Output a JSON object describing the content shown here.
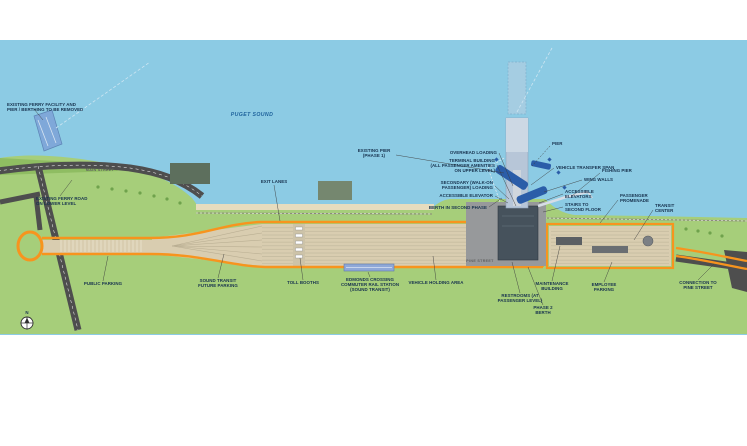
{
  "colors": {
    "water": "#8CCBE4",
    "land": "#A6CE7A",
    "road": "#4E4E4E",
    "access_road_orange": "#F7941E",
    "lot_tan": "#D9CDB0",
    "pier_blue": "#B7C6D8",
    "vessel_blue": "#2B5DA8",
    "label_ink": "#17324E"
  },
  "labels": {
    "removed_facility": [
      "EXISTING FERRY FACILITY AND",
      "PIER / BERTHING TO BE REMOVED"
    ],
    "water_name": [
      "PUGET SOUND"
    ],
    "existing_pier": [
      "EXISTING PIER",
      "(PHASE 1)"
    ],
    "pier": [
      "PIER"
    ],
    "overhead_loading": [
      "OVERHEAD LOADING"
    ],
    "terminal_building": [
      "TERMINAL BUILDING",
      "(ALL PASSENGER AMENITIES",
      "ON UPPER LEVEL)"
    ],
    "secondary_loading": [
      "SECONDARY (WALK-ON",
      "PASSENGER) LOADING"
    ],
    "accessible_elevator_west": [
      "ACCESSIBLE ELEVATOR"
    ],
    "second_phase_berth_note": [
      "BERTH IN SECOND PHASE"
    ],
    "vehicle_transfer_span": [
      "VEHICLE TRANSFER SPAN"
    ],
    "wing_walls": [
      "WING WALLS"
    ],
    "accessible_elevators_east": [
      "ACCESSIBLE",
      "ELEVATORS"
    ],
    "stairs_second_floor": [
      "STAIRS TO",
      "SECOND FLOOR"
    ],
    "fishing_pier": [
      "FISHING PIER"
    ],
    "passenger_promenade": [
      "PASSENGER",
      "PROMENADE"
    ],
    "transit_center": [
      "TRANSIT",
      "CENTER"
    ],
    "exit_lanes": [
      "EXIT LANES"
    ],
    "existing_ferry_road": [
      "EXISTING FERRY ROAD",
      "ON LOWER LEVEL"
    ],
    "main_street": [
      "MAIN STREET"
    ],
    "public_parking": [
      "PUBLIC PARKING"
    ],
    "future_parking": [
      "SOUND TRANSIT",
      "FUTURE PARKING"
    ],
    "toll_booths": [
      "TOLL BOOTHS"
    ],
    "rail_station": [
      "EDMONDS CROSSING",
      "COMMUTER RAIL STATION",
      "(SOUND TRANSIT)"
    ],
    "vehicle_holding": [
      "VEHICLE HOLDING AREA"
    ],
    "restrooms": [
      "RESTROOMS (AT",
      "PASSENGER LEVEL)"
    ],
    "maintenance": [
      "MAINTENANCE",
      "BUILDING"
    ],
    "phase2_berth": [
      "PHASE 2",
      "BERTH"
    ],
    "employee_parking": [
      "EMPLOYEE",
      "PARKING"
    ],
    "connection": [
      "CONNECTION TO",
      "PINE STREET"
    ],
    "pine_street_road": [
      "PINE STREET"
    ],
    "compass_n": "N"
  }
}
